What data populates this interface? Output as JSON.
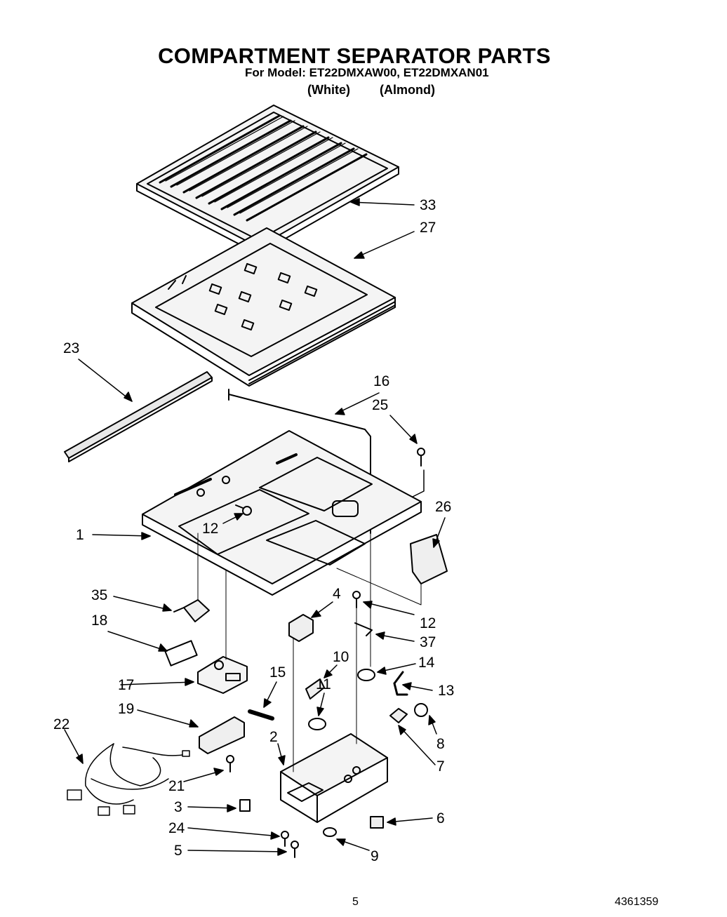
{
  "title": "COMPARTMENT SEPARATOR PARTS",
  "subtitle": "For Model: ET22DMXAW00,  ET22DMXAN01",
  "color_white": "(White)",
  "color_almond": "(Almond)",
  "callouts": [
    "33",
    "27",
    "23",
    "16",
    "25",
    "26",
    "1",
    "12",
    "35",
    "4",
    "12",
    "18",
    "37",
    "10",
    "14",
    "17",
    "15",
    "11",
    "13",
    "19",
    "22",
    "8",
    "2",
    "7",
    "21",
    "3",
    "6",
    "24",
    "5",
    "9"
  ],
  "page_number": "5",
  "doc_number": "4361359"
}
